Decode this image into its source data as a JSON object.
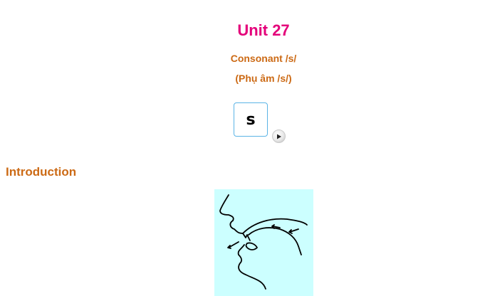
{
  "header": {
    "title": "Unit 27",
    "subtitle": "Consonant /s/",
    "subtitle_vi": "(Phụ âm /s/)"
  },
  "phoneme": {
    "symbol": "s",
    "audio_icon": "play-icon"
  },
  "introduction": {
    "heading": "Introduction",
    "illustration": "mouth-cross-section-diagram"
  },
  "colors": {
    "title": "#e4007a",
    "subtitle": "#cc6a15",
    "box_border": "#5bb4e6",
    "illustration_bg": "#ccffff"
  }
}
